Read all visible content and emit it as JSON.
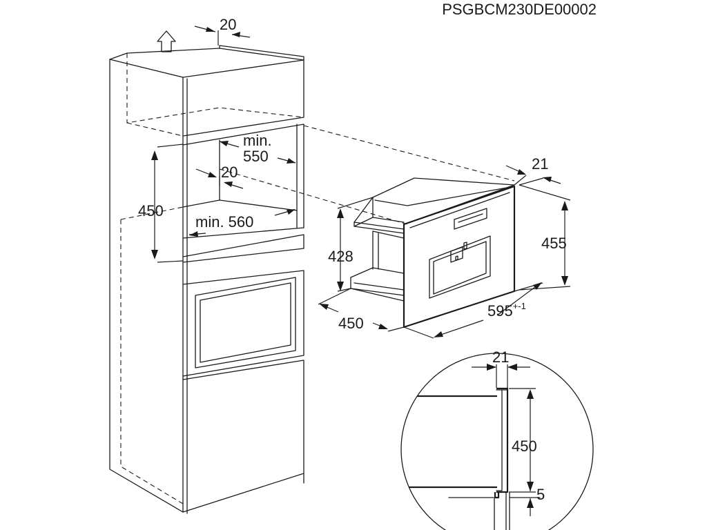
{
  "code": "PSGBCM230DE00002",
  "cabinet": {
    "top_gap": "20",
    "niche_height": "450",
    "depth_min": "min.",
    "depth_value": "550",
    "back_gap": "20",
    "width_min": "min. 560"
  },
  "appliance": {
    "frame_depth": "21",
    "front_height": "455",
    "body_height": "428",
    "body_depth": "450",
    "front_width": "595",
    "front_width_tolerance": "+-1"
  },
  "detail": {
    "frame_thickness": "21",
    "height": "450",
    "bottom_gap": "5"
  }
}
